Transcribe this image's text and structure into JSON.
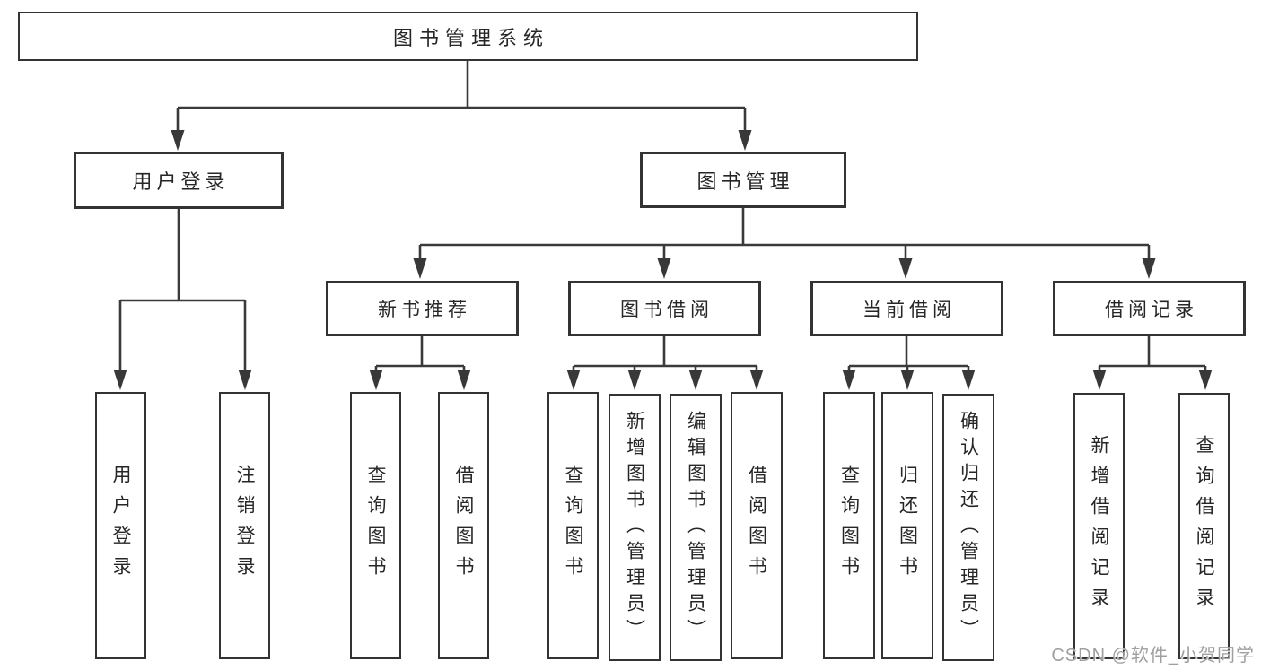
{
  "diagram": {
    "type": "hierarchy-tree",
    "title": "图书管理系统",
    "colors": {
      "background": "#ffffff",
      "line": "#3a3a3a",
      "box_border": "#333333",
      "text": "#262626",
      "watermark": "#9f9f9f"
    }
  },
  "nodes": {
    "root": "图书管理系统",
    "login": "用户登录",
    "manage": "图书管理",
    "recommend": "新书推荐",
    "borrowing": "图书借阅",
    "current": "当前借阅",
    "records": "借阅记录",
    "login_user": "用户登录",
    "login_logout": "注销登录",
    "rec_query": "查询图书",
    "rec_borrow": "借阅图书",
    "bor_query": "查询图书",
    "bor_add": "新增图书（管理员）",
    "bor_edit": "编辑图书（管理员）",
    "bor_lend": "借阅图书",
    "cur_query": "查询图书",
    "cur_return": "归还图书",
    "cur_confirm": "确认归还（管理员）",
    "recd_add": "新增借阅记录",
    "recd_query": "查询借阅记录"
  },
  "hierarchy": {
    "图书管理系统": {
      "用户登录": [
        "用户登录",
        "注销登录"
      ],
      "图书管理": {
        "新书推荐": [
          "查询图书",
          "借阅图书"
        ],
        "图书借阅": [
          "查询图书",
          "新增图书（管理员）",
          "编辑图书（管理员）",
          "借阅图书"
        ],
        "当前借阅": [
          "查询图书",
          "归还图书",
          "确认归还（管理员）"
        ],
        "借阅记录": [
          "新增借阅记录",
          "查询借阅记录"
        ]
      }
    }
  },
  "watermark": "CSDN @软件_小贺同学"
}
